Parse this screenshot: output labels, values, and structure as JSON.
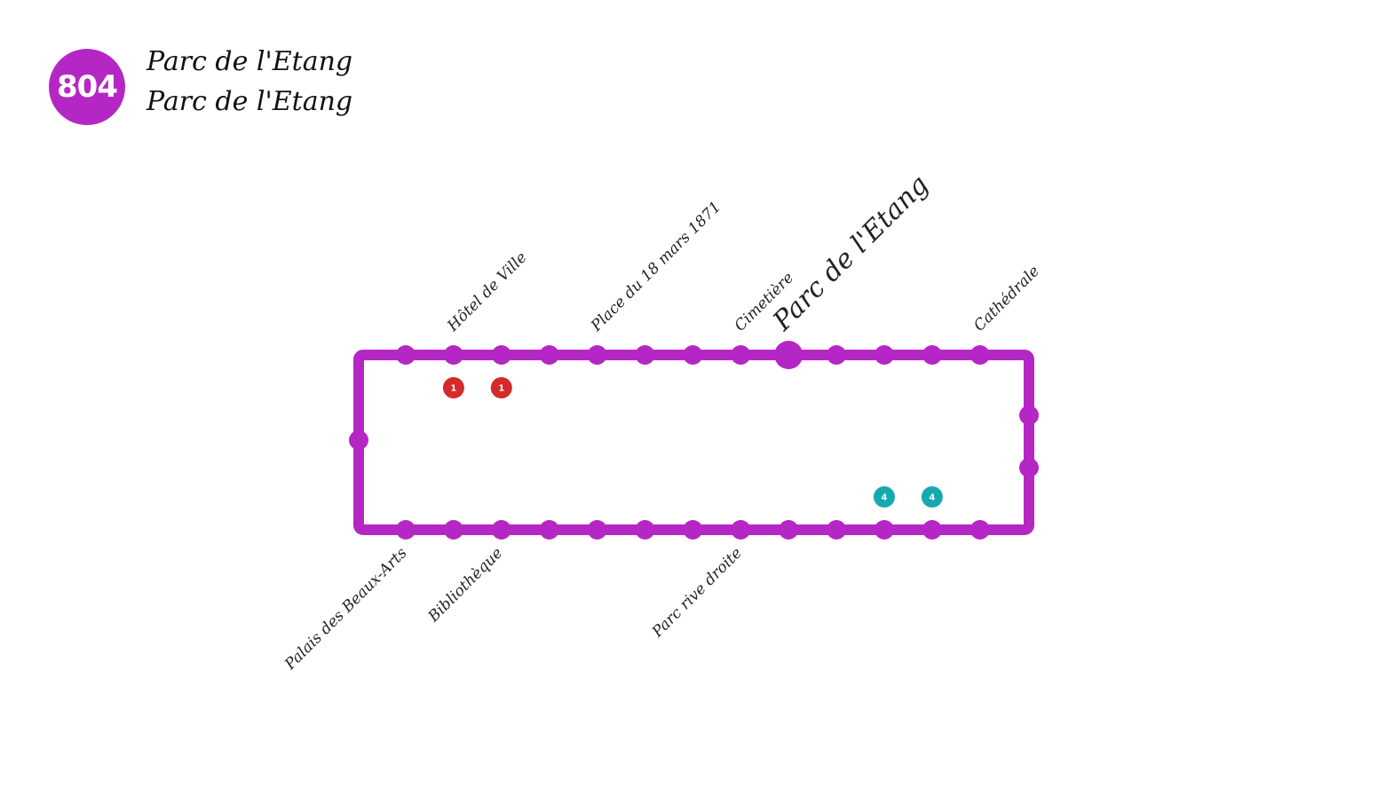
{
  "route": {
    "number": "804",
    "color": "#b527c4",
    "destinations": [
      "Parc de l'Etang",
      "Parc de l'Etang"
    ]
  },
  "stops": {
    "top": [
      {
        "label": ""
      },
      {
        "label": "Hôtel de Ville",
        "connections": [
          "1"
        ]
      },
      {
        "label": "",
        "connections": [
          "1"
        ]
      },
      {
        "label": ""
      },
      {
        "label": "Place du 18 mars 1871"
      },
      {
        "label": ""
      },
      {
        "label": ""
      },
      {
        "label": "Cimetière"
      },
      {
        "label": "Parc de l'Etang",
        "terminus": true
      },
      {
        "label": ""
      },
      {
        "label": ""
      },
      {
        "label": ""
      },
      {
        "label": "Cathédrale"
      }
    ],
    "right": [
      {
        "label": ""
      },
      {
        "label": ""
      }
    ],
    "bottom": [
      {
        "label": "Palais des Beaux-Arts"
      },
      {
        "label": ""
      },
      {
        "label": "Bibliothèque"
      },
      {
        "label": ""
      },
      {
        "label": ""
      },
      {
        "label": ""
      },
      {
        "label": ""
      },
      {
        "label": "Parc rive droite"
      },
      {
        "label": ""
      },
      {
        "label": ""
      },
      {
        "label": "",
        "connections": [
          "4"
        ]
      },
      {
        "label": "",
        "connections": [
          "4"
        ]
      },
      {
        "label": ""
      }
    ],
    "left": [
      {
        "label": ""
      }
    ]
  },
  "connection_colors": {
    "1": "#d42a2a",
    "4": "#16a9b0"
  }
}
